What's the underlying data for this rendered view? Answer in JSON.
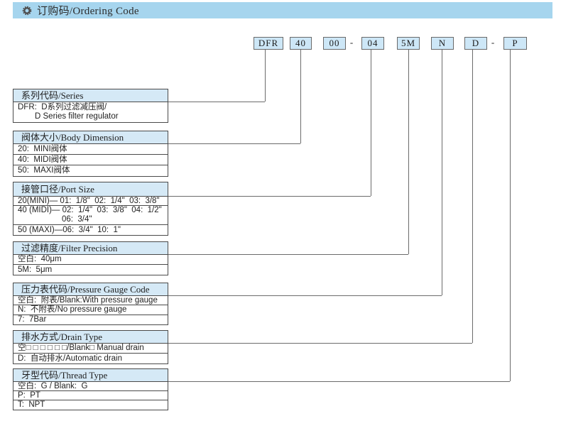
{
  "header": {
    "title": "订购码/Ordering Code",
    "icon": "gear-icon"
  },
  "colors": {
    "title_bar_bg": "#a6d5ee",
    "table_header_bg": "#d5e9f6",
    "code_box_bg": "#cde7f7",
    "line": "#6b6b6b",
    "border": "#4a4a4a"
  },
  "ordering_code": {
    "segments": [
      {
        "label": "DFR",
        "type": "box"
      },
      {
        "label": "40",
        "type": "box"
      },
      {
        "label": "00",
        "type": "box"
      },
      {
        "label": "-",
        "type": "dash"
      },
      {
        "label": "04",
        "type": "box"
      },
      {
        "label": "5M",
        "type": "box"
      },
      {
        "label": "N",
        "type": "box"
      },
      {
        "label": "D",
        "type": "box"
      },
      {
        "label": "-",
        "type": "dash"
      },
      {
        "label": "P",
        "type": "box"
      }
    ]
  },
  "tables": [
    {
      "id": "series",
      "title": "系列代码/Series",
      "connects_to": "DFR",
      "rows": [
        {
          "lines": [
            "DFR:  D系列过滤减压阀/",
            "D Series filter regulator"
          ]
        }
      ]
    },
    {
      "id": "body-dimension",
      "title": "阀体大小/Body Dimension",
      "connects_to": "40",
      "rows": [
        {
          "lines": [
            "20:  MINI阀体"
          ]
        },
        {
          "lines": [
            "40:  MIDI阀体"
          ]
        },
        {
          "lines": [
            "50:  MAXI阀体"
          ]
        }
      ]
    },
    {
      "id": "port-size",
      "title": "接管口径/Port Size",
      "connects_to": "04",
      "rows": [
        {
          "lines": [
            "20(MINI)— 01:  1/8\"  02:  1/4\"  03:  3/8\""
          ]
        },
        {
          "lines": [
            "40 (MIDI)— 02:  1/4\"  03:  3/8\"  04:  1/2\"",
            "06:  3/4\""
          ]
        },
        {
          "lines": [
            "50 (MAXI)—06:  3/4\"  10:  1\""
          ]
        }
      ]
    },
    {
      "id": "filter-precision",
      "title": "过滤精度/Filter Precision",
      "connects_to": "5M",
      "rows": [
        {
          "lines": [
            "空白:  40μm"
          ]
        },
        {
          "lines": [
            "5M:  5μm"
          ]
        }
      ]
    },
    {
      "id": "pressure-gauge-code",
      "title": "压力表代码/Pressure Gauge Code",
      "connects_to": "N",
      "rows": [
        {
          "lines": [
            "空白:  附表/Blank:With pressure gauge"
          ]
        },
        {
          "lines": [
            "N:  不附表/No pressure gauge"
          ]
        },
        {
          "lines": [
            "7:  7Bar"
          ]
        }
      ]
    },
    {
      "id": "drain-type",
      "title": "排水方式/Drain Type",
      "connects_to": "D",
      "rows": [
        {
          "lines": [
            "空□ □ □ □ □ □/Blank□ Manual drain"
          ]
        },
        {
          "lines": [
            "D:  自动排水/Automatic drain"
          ]
        }
      ]
    },
    {
      "id": "thread-type",
      "title": "牙型代码/Thread Type",
      "connects_to": "P",
      "rows": [
        {
          "lines": [
            "空白:  G / Blank:  G"
          ]
        },
        {
          "lines": [
            "P:  PT"
          ]
        },
        {
          "lines": [
            "T:  NPT"
          ]
        }
      ]
    }
  ]
}
